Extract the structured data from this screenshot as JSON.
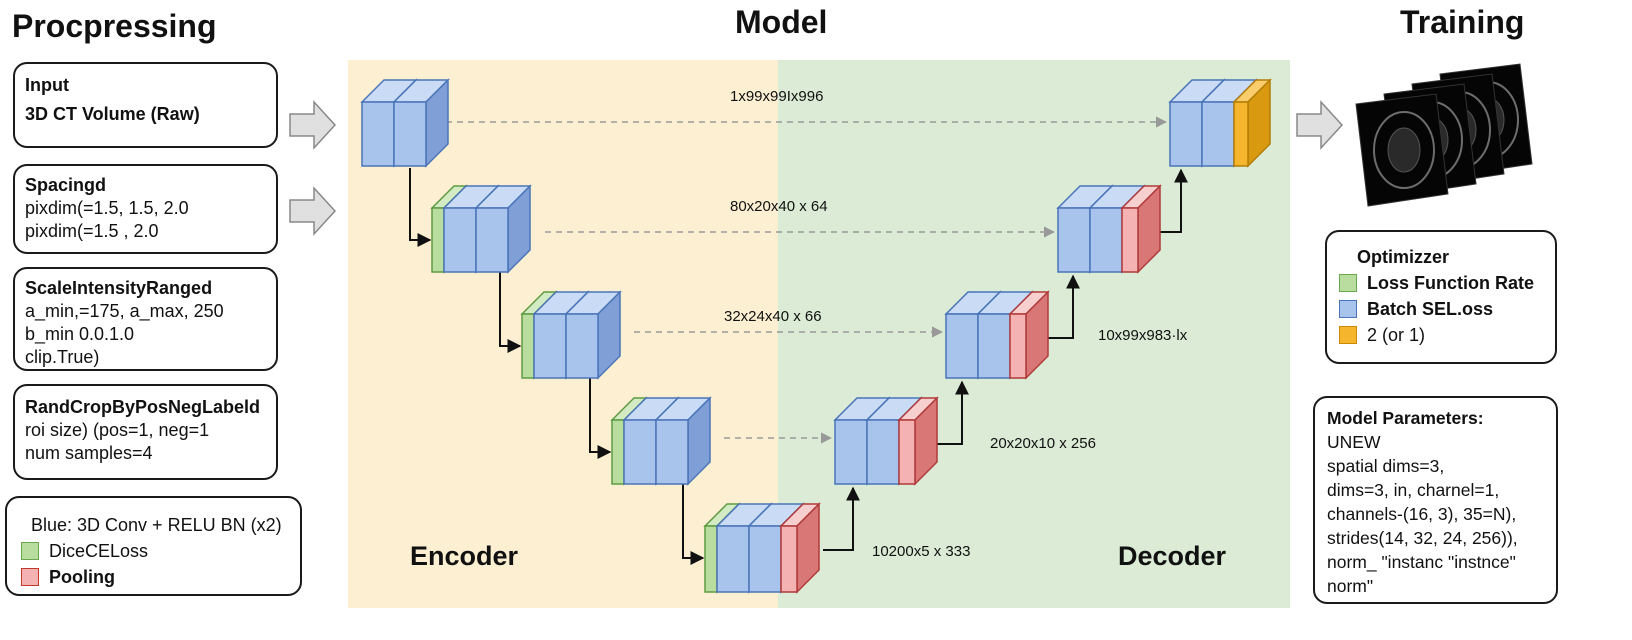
{
  "titles": {
    "preprocessing": "Procpressing",
    "model": "Model",
    "training": "Training"
  },
  "preprocessing": {
    "input": {
      "title": "Input",
      "lines": [
        "3D CT Volume (Raw)"
      ]
    },
    "spacing": {
      "title": "Spacingd",
      "lines": [
        "pixdim(=1.5, 1.5, 2.0",
        "pixdim(=1.5  , 2.0"
      ]
    },
    "scale": {
      "title": "ScaleIntensityRanged",
      "lines": [
        "a_min,=175, a_max, 250",
        "b_min 0.0.1.0",
        "clip.True)"
      ]
    },
    "crop": {
      "title": "RandCropByPosNegLabeld",
      "lines": [
        "roi  size) (pos=1, neg=1",
        "num  samples=4"
      ]
    }
  },
  "legend": {
    "blue_text": "Blue: 3D Conv + RELU BN (x2)",
    "green_text": "DiceCELoss",
    "red_text": "Pooling"
  },
  "model": {
    "encoder_label": "Encoder",
    "decoder_label": "Decoder",
    "skip_labels": [
      "1x99x99Ix996",
      "80x20x40 x 64",
      "32x24x40 x 66"
    ],
    "up_labels": [
      "10x99x983·lx",
      "20x20x10 x 256",
      "10200x5 x 333"
    ],
    "colors": {
      "encoder_bg": "#fdf0d2",
      "decoder_bg": "#dbebd5",
      "conv_blue": "#a9c4ec",
      "pool_red": "#f4b2b2",
      "norm_green": "#b9dc9f",
      "output_orange": "#f5b52c"
    }
  },
  "training": {
    "optimizer": {
      "title": "Optimizzer",
      "items": [
        {
          "color": "green",
          "text": "Loss Function Rate"
        },
        {
          "color": "blue",
          "text": "Batch SEL.oss"
        },
        {
          "color": "orange",
          "text": "2 (or 1)"
        }
      ]
    },
    "params": {
      "title": "Model Parameters:",
      "lines": [
        "UNEW",
        "spatial dims=3,",
        "dims=3,  in, charnel=1,",
        "channels-(16, 3), 35=N),",
        "strides(14,  32, 24, 256)),",
        "norm_ \"instanc \"instnce\"",
        "norm\""
      ]
    }
  }
}
